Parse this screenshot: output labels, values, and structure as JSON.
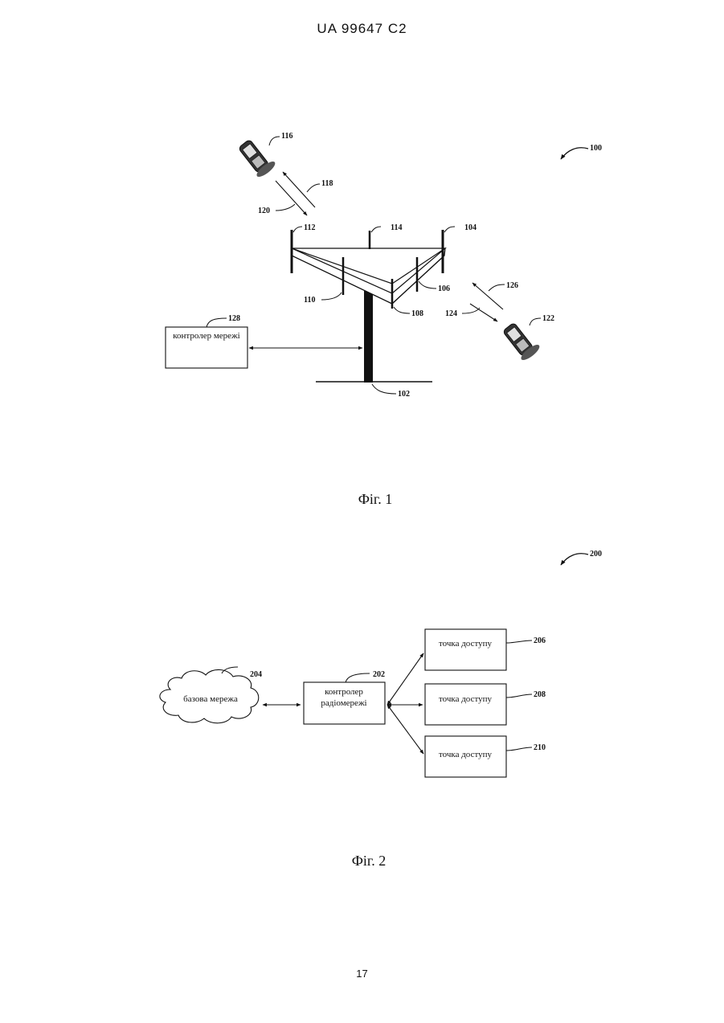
{
  "header": {
    "patent_number": "UA 99647 C2"
  },
  "page_number": "17",
  "figure1": {
    "caption": "Фіг. 1",
    "system_ref": "100",
    "tower_ref": "102",
    "antennas": {
      "ref_104": "104",
      "ref_106": "106",
      "ref_108": "108",
      "ref_110": "110",
      "ref_112": "112",
      "ref_114": "114"
    },
    "terminal_1": {
      "ref": "116",
      "forward_link_ref": "118",
      "reverse_link_ref": "120"
    },
    "terminal_2": {
      "ref": "122",
      "forward_link_ref": "124",
      "reverse_link_ref": "126"
    },
    "network_controller": {
      "label": "контролер мережі",
      "ref": "128"
    }
  },
  "figure2": {
    "caption": "Фіг. 2",
    "system_ref": "200",
    "core_network": {
      "label": "базова мережа",
      "ref": "204"
    },
    "rnc": {
      "label_line1": "контролер",
      "label_line2": "радіомережі",
      "ref": "202"
    },
    "access_points": [
      {
        "label": "точка доступу",
        "ref": "206"
      },
      {
        "label": "точка доступу",
        "ref": "208"
      },
      {
        "label": "точка доступу",
        "ref": "210"
      }
    ]
  }
}
